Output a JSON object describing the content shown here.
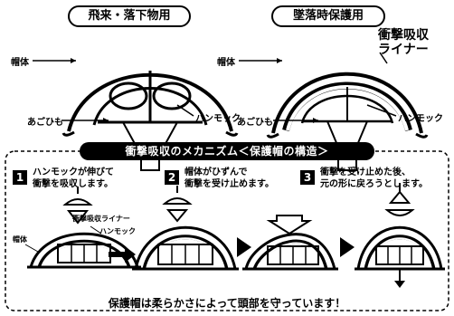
{
  "header": {
    "left_title": "飛来・落下物用",
    "right_title": "墜落時保護用"
  },
  "left_helmet": {
    "shell_label": "帽体",
    "chin_label": "あごひも",
    "hammock_label": "ハンモック"
  },
  "right_helmet": {
    "shell_label": "帽体",
    "liner_label": "衝撃吸収\nライナー",
    "chin_label": "あごひも",
    "hammock_label": "ハンモック"
  },
  "mechanism": {
    "title": "衝撃吸収のメカニズム＜保護帽の構造＞",
    "steps": [
      {
        "number": "1",
        "text": "ハンモックが伸びて\n衝撃を吸収します。"
      },
      {
        "number": "2",
        "text": "帽体がひずんで\n衝撃を受け止めます。"
      },
      {
        "number": "3",
        "text": "衝撃を受け止めた後、\n元の形に戻ろうとします。"
      }
    ],
    "diagram_labels": {
      "shell": "帽体",
      "liner": "衝撃吸収ライナー",
      "hammock": "ハンモック"
    }
  },
  "footer": "保護帽は柔らかさによって頭部を守っています！"
}
